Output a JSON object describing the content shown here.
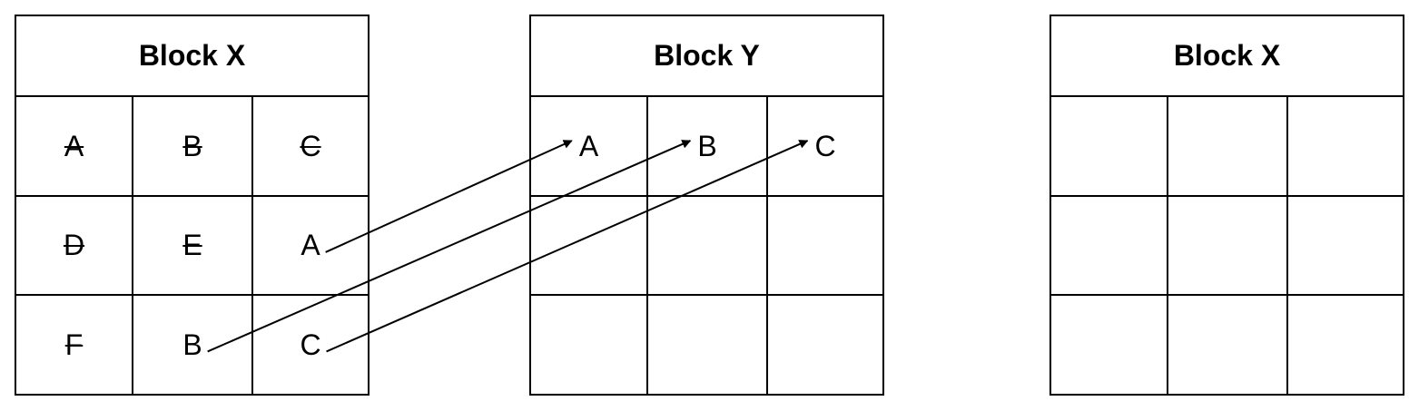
{
  "blocks": [
    {
      "title": "Block X",
      "cells": [
        "A",
        "B",
        "C",
        "D",
        "E",
        "A",
        "F",
        "B",
        "C"
      ],
      "struck": [
        true,
        true,
        true,
        true,
        true,
        false,
        true,
        false,
        false
      ]
    },
    {
      "title": "Block Y",
      "cells": [
        "A",
        "B",
        "C",
        "",
        "",
        "",
        "",
        "",
        ""
      ],
      "struck": [
        false,
        false,
        false,
        false,
        false,
        false,
        false,
        false,
        false
      ]
    },
    {
      "title": "Block X",
      "cells": [
        "",
        "",
        "",
        "",
        "",
        "",
        "",
        "",
        ""
      ],
      "struck": [
        false,
        false,
        false,
        false,
        false,
        false,
        false,
        false,
        false
      ]
    }
  ],
  "arrows": [
    {
      "from_block": 0,
      "from_cell": 5,
      "to_block": 1,
      "to_cell": 0
    },
    {
      "from_block": 0,
      "from_cell": 7,
      "to_block": 1,
      "to_cell": 1
    },
    {
      "from_block": 0,
      "from_cell": 8,
      "to_block": 1,
      "to_cell": 2
    }
  ]
}
